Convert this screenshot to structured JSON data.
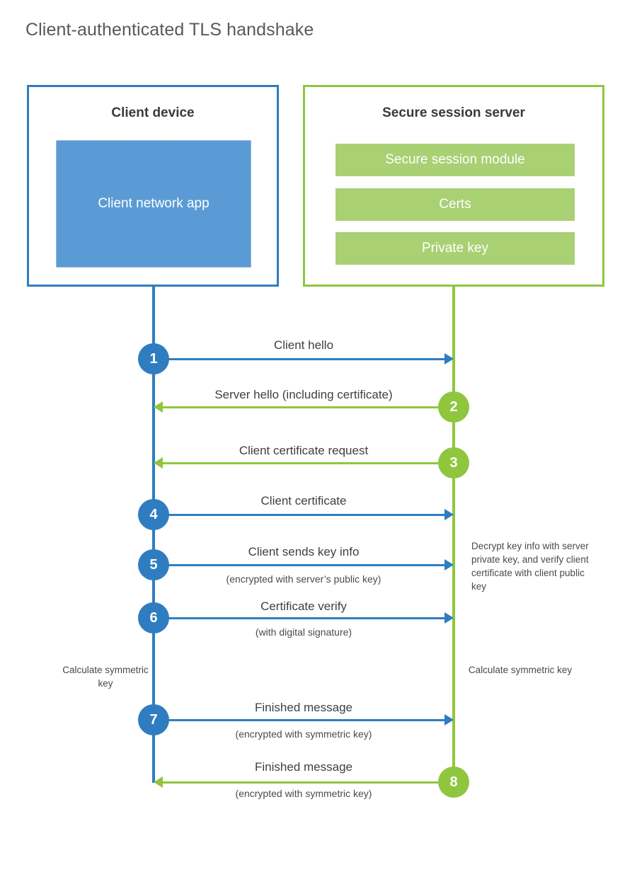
{
  "title": "Client-authenticated TLS handshake",
  "colors": {
    "client_border": "#2f7dc0",
    "client_app_fill": "#5b9bd5",
    "server_border": "#8fc63e",
    "server_bar_fill": "#a9d073",
    "text": "#3f3f3f",
    "title_text": "#58595b"
  },
  "client": {
    "title": "Client device",
    "app_label": "Client network app"
  },
  "server": {
    "title": "Secure session server",
    "components": [
      {
        "label": "Secure session module"
      },
      {
        "label": "Certs"
      },
      {
        "label": "Private key"
      }
    ]
  },
  "messages": [
    {
      "number": "1",
      "label": "Client hello",
      "sublabel": "",
      "direction": "client-to-server",
      "color": "blue"
    },
    {
      "number": "2",
      "label": "Server hello (including certificate)",
      "sublabel": "",
      "direction": "server-to-client",
      "color": "green"
    },
    {
      "number": "3",
      "label": "Client certificate request",
      "sublabel": "",
      "direction": "server-to-client",
      "color": "green"
    },
    {
      "number": "4",
      "label": "Client certificate",
      "sublabel": "",
      "direction": "client-to-server",
      "color": "blue"
    },
    {
      "number": "5",
      "label": "Client sends key info",
      "sublabel": "(encrypted with server’s public key)",
      "direction": "client-to-server",
      "color": "blue"
    },
    {
      "number": "6",
      "label": "Certificate verify",
      "sublabel": "(with digital signature)",
      "direction": "client-to-server",
      "color": "blue"
    },
    {
      "number": "7",
      "label": "Finished message",
      "sublabel": "(encrypted with symmetric key)",
      "direction": "client-to-server",
      "color": "blue"
    },
    {
      "number": "8",
      "label": "Finished message",
      "sublabel": "(encrypted with symmetric key)",
      "direction": "server-to-client",
      "color": "green"
    }
  ],
  "notes": {
    "decrypt": "Decrypt key info with server private key, and verify client certificate with client public key",
    "calculate_client": "Calculate symmetric key",
    "calculate_server": "Calculate symmetric key"
  }
}
